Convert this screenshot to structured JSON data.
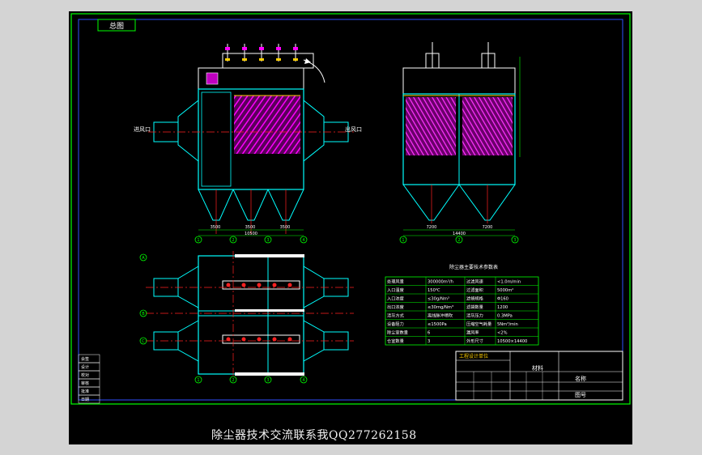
{
  "title_tag": "总图",
  "watermark": "除尘器技术交流联系我QQ277262158",
  "front_view": {
    "inlet_label": "进风口",
    "outlet_label": "出风口",
    "dims_bottom": [
      "3500",
      "3500",
      "3500"
    ],
    "dims_total": "10500",
    "axis_marks": [
      "1",
      "2",
      "3",
      "4"
    ]
  },
  "side_view": {
    "dims_bottom": [
      "7200",
      "7200"
    ],
    "dims_total": "14400",
    "axis_marks": [
      "1",
      "2",
      "3"
    ]
  },
  "plan_view": {
    "row_marks": [
      "A",
      "B",
      "C"
    ],
    "col_marks": [
      "1",
      "2",
      "3",
      "4"
    ]
  },
  "spec_table": {
    "title": "除尘器主要技术参数表",
    "rows": [
      [
        "处理风量",
        "300000m³/h",
        "过滤风速",
        "<1.0m/min"
      ],
      [
        "入口温度",
        "150℃",
        "过滤面积",
        "5000m²"
      ],
      [
        "入口浓度",
        "≤30g/Nm³",
        "滤袋规格",
        "Φ160"
      ],
      [
        "出口浓度",
        "≤30mg/Nm³",
        "滤袋数量",
        "1200"
      ],
      [
        "清灰方式",
        "离线脉冲喷吹",
        "清灰压力",
        "0.3MPa"
      ],
      [
        "设备阻力",
        "≤1500Pa",
        "压缩空气耗量",
        "5Nm³/min"
      ],
      [
        "除尘室数量",
        "6",
        "漏风率",
        "<2%"
      ],
      [
        "仓室数量",
        "3",
        "外形尺寸",
        "10500×14400"
      ]
    ]
  },
  "side_legend": [
    "会签",
    "设计",
    "校对",
    "审核",
    "批准",
    "日期"
  ],
  "title_block": {
    "company": "工程设计单位",
    "material_label": "材料",
    "name_label": "名称",
    "drawing_no_label": "图号"
  },
  "colors": {
    "sheet": "#000000",
    "frame": "#00ff00",
    "outline": "#00ffff",
    "filter_bags": "#ff00ff",
    "center_lines": "#ff2020",
    "text": "#ffffff",
    "dims": "#00ff00"
  }
}
